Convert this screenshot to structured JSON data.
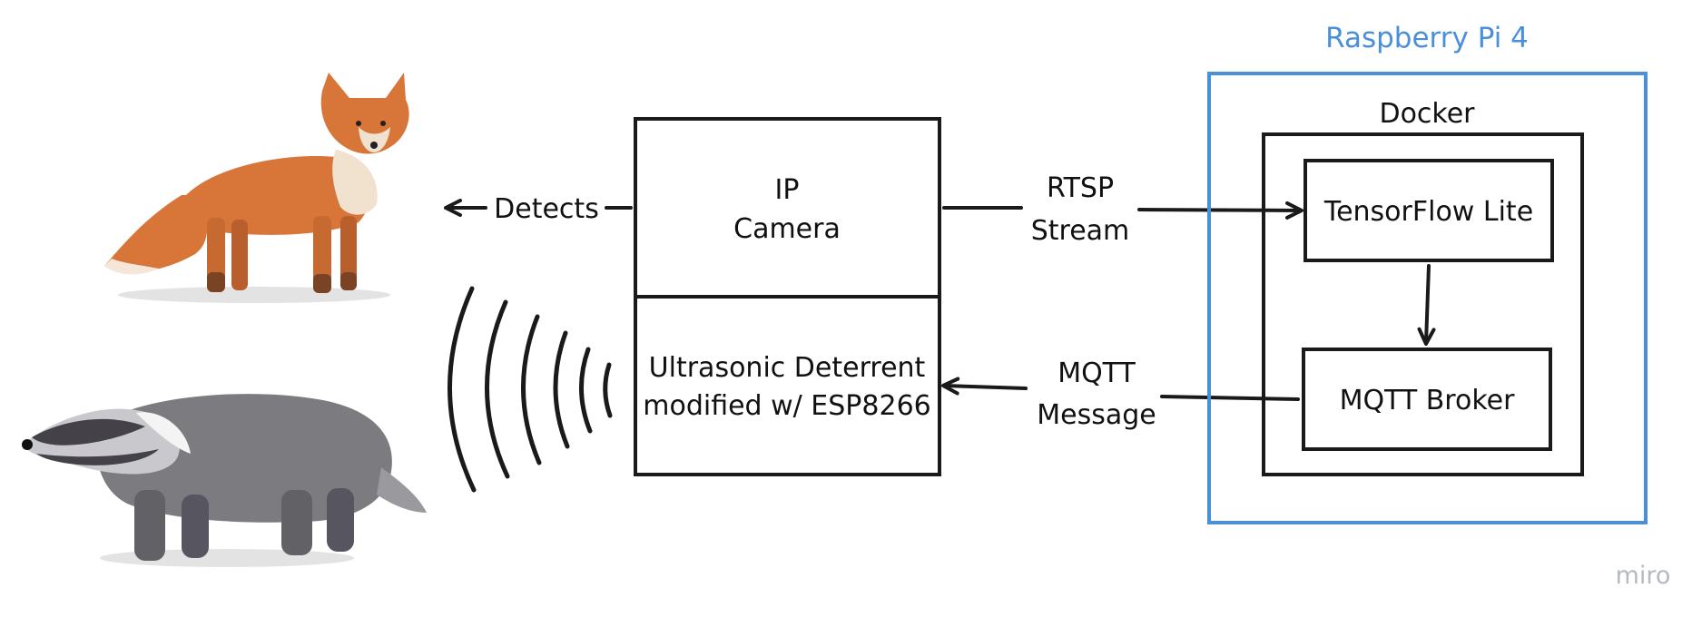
{
  "diagram": {
    "pi": {
      "title": "Raspberry Pi 4",
      "color": "#4a90d9"
    },
    "docker": {
      "title": "Docker"
    },
    "tensorflow": {
      "label": "TensorFlow Lite"
    },
    "broker": {
      "label": "MQTT Broker"
    },
    "camera": {
      "line1": "IP",
      "line2": "Camera"
    },
    "deterrent": {
      "line1": "Ultrasonic Deterrent",
      "line2": "modified w/ ESP8266"
    },
    "edges": {
      "detects": "Detects",
      "rtsp_line1": "RTSP",
      "rtsp_line2": "Stream",
      "mqtt_line1": "MQTT",
      "mqtt_line2": "Message"
    },
    "animals": {
      "fox": "fox-illustration",
      "badger": "badger-illustration"
    },
    "watermark": "miro",
    "colors": {
      "stroke": "#1a1a1a",
      "accent": "#4a90d9",
      "fox": "#d8763a",
      "badger": "#7c7b80"
    }
  }
}
